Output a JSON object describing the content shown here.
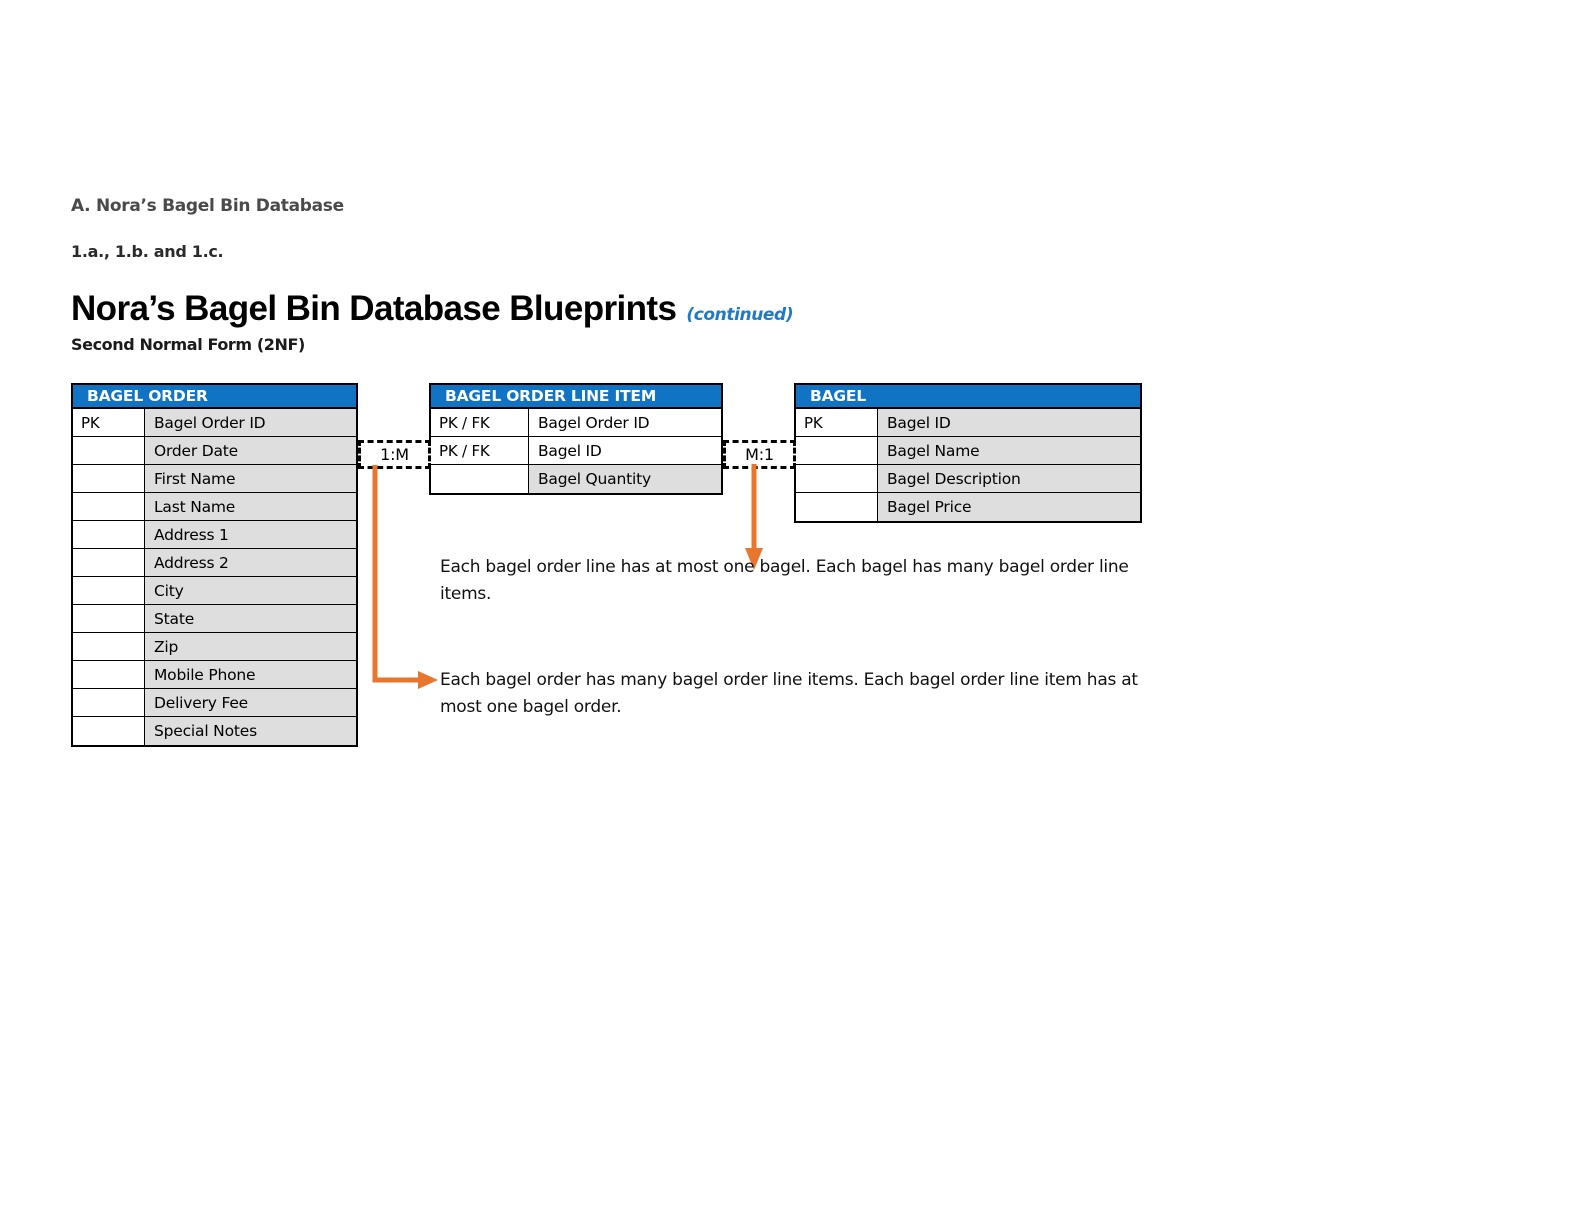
{
  "heading": {
    "section_label": "A. Nora’s Bagel Bin Database",
    "sub_label": "1.a., 1.b. and 1.c.",
    "main_title": "Nora’s Bagel Bin Database Blueprints",
    "continued": "(continued)",
    "form_label": "Second Normal Form (2NF)"
  },
  "colors": {
    "header_blue": "#1173C4",
    "attribute_gray": "#DEDEDE",
    "connector_orange": "#E8762C",
    "continued_blue": "#1F7AC4"
  },
  "entities": [
    {
      "name": "BAGEL ORDER",
      "rows": [
        {
          "key": "PK",
          "attribute": "Bagel Order ID",
          "shaded": true
        },
        {
          "key": "",
          "attribute": "Order Date",
          "shaded": true
        },
        {
          "key": "",
          "attribute": "First Name",
          "shaded": true
        },
        {
          "key": "",
          "attribute": "Last Name",
          "shaded": true
        },
        {
          "key": "",
          "attribute": "Address 1",
          "shaded": true
        },
        {
          "key": "",
          "attribute": "Address 2",
          "shaded": true
        },
        {
          "key": "",
          "attribute": "City",
          "shaded": true
        },
        {
          "key": "",
          "attribute": "State",
          "shaded": true
        },
        {
          "key": "",
          "attribute": "Zip",
          "shaded": true
        },
        {
          "key": "",
          "attribute": "Mobile Phone",
          "shaded": true
        },
        {
          "key": "",
          "attribute": "Delivery Fee",
          "shaded": true
        },
        {
          "key": "",
          "attribute": "Special Notes",
          "shaded": true
        }
      ]
    },
    {
      "name": "BAGEL ORDER LINE ITEM",
      "rows": [
        {
          "key": "PK / FK",
          "attribute": "Bagel Order ID",
          "shaded": false
        },
        {
          "key": "PK / FK",
          "attribute": "Bagel ID",
          "shaded": false
        },
        {
          "key": "",
          "attribute": "Bagel Quantity",
          "shaded": true
        }
      ]
    },
    {
      "name": "BAGEL",
      "rows": [
        {
          "key": "PK",
          "attribute": "Bagel ID",
          "shaded": true
        },
        {
          "key": "",
          "attribute": "Bagel Name",
          "shaded": true
        },
        {
          "key": "",
          "attribute": "Bagel Description",
          "shaded": true
        },
        {
          "key": "",
          "attribute": "Bagel Price",
          "shaded": true
        }
      ]
    }
  ],
  "cardinalities": {
    "order_to_line": "1:M",
    "line_to_bagel": "M:1"
  },
  "notes": {
    "bagel_relationship": "Each bagel order line has at most one bagel. Each bagel has many bagel order line items.",
    "order_relationship": "Each bagel order has many bagel order line items. Each bagel order line item has at most one bagel order."
  }
}
